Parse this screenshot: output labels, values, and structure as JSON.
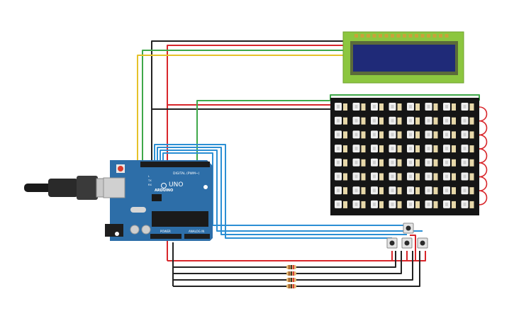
{
  "board": {
    "brand": "ARDUINO",
    "model": "UNO",
    "digital_label": "DIGITAL (PWM~)",
    "power_label": "POWER",
    "analog_label": "ANALOG IN",
    "led_labels": [
      "TX",
      "RX",
      "L"
    ]
  },
  "colors": {
    "wire_black": "#222222",
    "wire_red": "#d8262b",
    "wire_yellow": "#e6c229",
    "wire_green": "#3fa84a",
    "wire_blue": "#2c8fd4",
    "board_blue": "#2d6ea8",
    "lcd_green": "#8cc63f",
    "lcd_screen": "#1f2a78",
    "matrix_bg": "#151515",
    "pixel_white": "#efefef",
    "resistor_body": "#e1b773"
  },
  "led_matrix": {
    "rows": 8,
    "cols": 8
  },
  "buttons": {
    "count": 4
  },
  "resistors": {
    "count": 4
  }
}
